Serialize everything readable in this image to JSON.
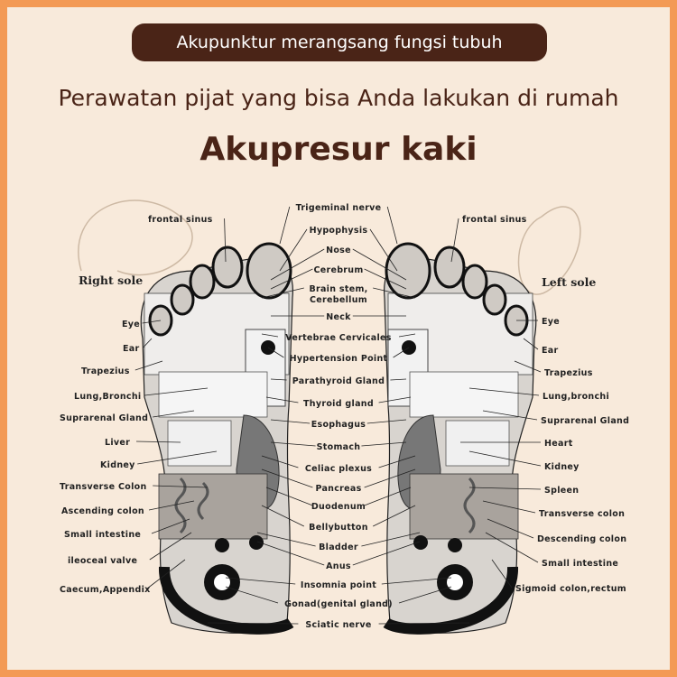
{
  "banner": "Akupunktur merangsang fungsi tubuh",
  "subtitle": "Perawatan pijat yang bisa Anda lakukan di rumah",
  "title": "Akupresur kaki",
  "sole_labels": {
    "right": "Right sole",
    "left": "Left sole"
  },
  "left_column": [
    "frontal sinus",
    "Eye",
    "Ear",
    "Trapezius",
    "Lung,Bronchi",
    "Suprarenal Gland",
    "Liver",
    "Kidney",
    "Transverse Colon",
    "Ascending colon",
    "Small intestine",
    "ileoceal valve",
    "Caecum,Appendix"
  ],
  "center_column": [
    "Trigeminal nerve",
    "Hypophysis",
    "Nose",
    "Cerebrum",
    "Brain stem,",
    "Cerebellum",
    "Neck",
    "Vertebrae Cervicales",
    "Hypertension Point",
    "Parathyroid Gland",
    "Thyroid gland",
    "Esophagus",
    "Stomach",
    "Celiac plexus",
    "Pancreas",
    "Duodenum",
    "Bellybutton",
    "Bladder",
    "Anus",
    "Insomnia point",
    "Gonad(genital gland)",
    "Sciatic nerve"
  ],
  "right_column": [
    "frontal sinus",
    "Eye",
    "Ear",
    "Trapezius",
    "Lung,bronchi",
    "Suprarenal Gland",
    "Heart",
    "Kidney",
    "Spleen",
    "Transverse colon",
    "Descending colon",
    "Small intestine",
    "Sigmoid colon,rectum"
  ],
  "colors": {
    "background": "#f8eadb",
    "border": "#f39a55",
    "dark": "#4a2417"
  }
}
